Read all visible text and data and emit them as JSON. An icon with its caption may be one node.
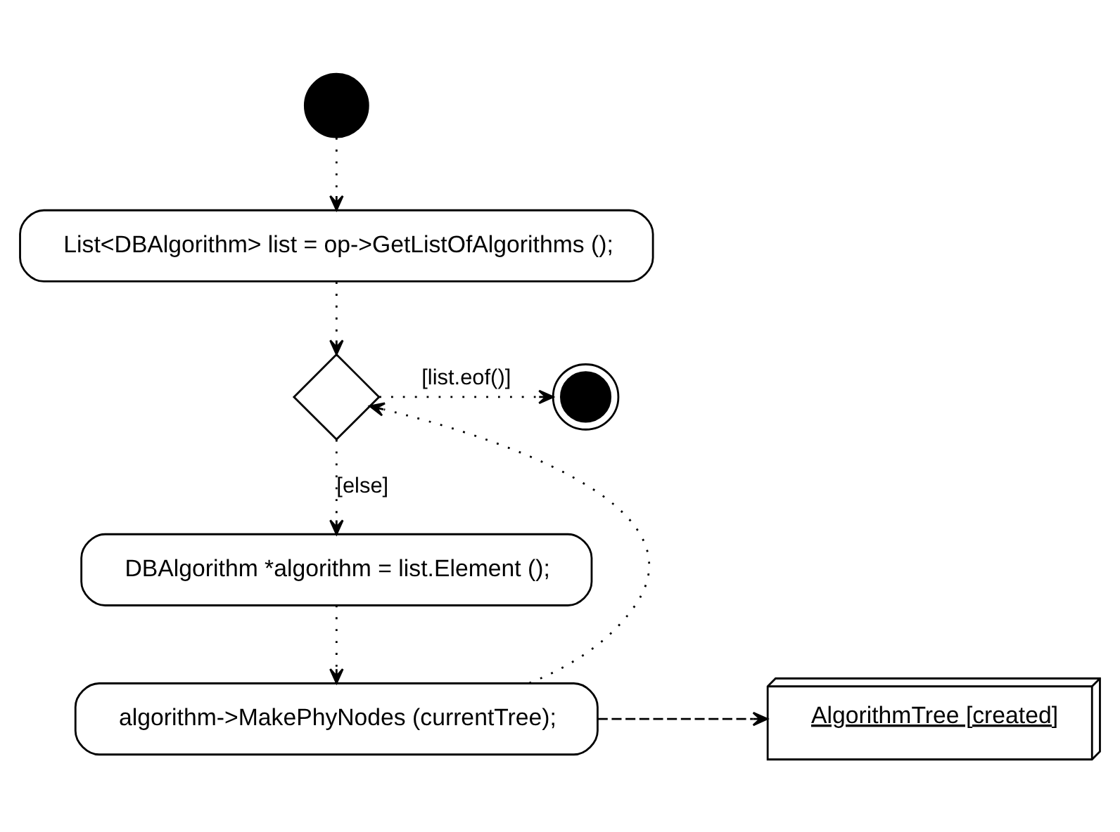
{
  "diagram": {
    "nodes": [
      {
        "text": [],
        "shape": "circle"
      },
      {
        "text": [
          "List<DBAlgorithm> list = op->GetListOfAlgorithms ();"
        ]
      },
      {
        "text": [],
        "shape": "diamond"
      },
      {
        "text": [],
        "shape": "circle"
      },
      {
        "text": [
          "DBAlgorithm *algorithm = list.Element ();"
        ]
      },
      {
        "text": [
          "algorithm->MakePhyNodes (currentTree);"
        ]
      },
      {
        "text": [
          "AlgorithmTree [created]"
        ]
      }
    ],
    "edges": [
      {
        "from": 0,
        "to": 1,
        "arrow": "to"
      },
      {
        "from": 1,
        "to": 2,
        "arrow": "to"
      },
      {
        "from": 2,
        "to": 3,
        "arrow": "to",
        "label": "[list.eof()]"
      },
      {
        "from": 2,
        "to": 4,
        "arrow": "to",
        "label": "[else]"
      },
      {
        "from": 4,
        "to": 5,
        "arrow": "to"
      },
      {
        "from": 5,
        "to": 2,
        "arrow": "to"
      },
      {
        "from": 5,
        "to": 6,
        "arrow": "to",
        "style": "dashed"
      }
    ]
  }
}
